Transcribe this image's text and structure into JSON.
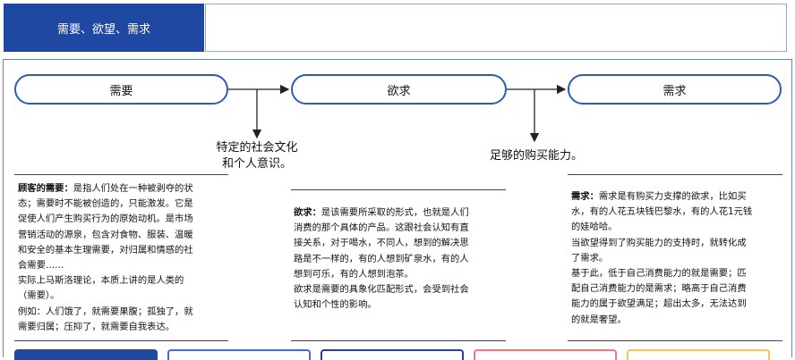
{
  "header": {
    "title": "需要、欲望、需求"
  },
  "flow": {
    "nodes": [
      "需要",
      "欲求",
      "需求"
    ],
    "condition_1": [
      "特定的社会文化",
      "和个人意识。"
    ],
    "condition_2": "足够的购买能力。"
  },
  "need_text": {
    "term": "顾客的需要：",
    "lines": [
      "是指人们处在一种被剥夺的状",
      "态；需要时不能被创造的，只能激发。它是",
      "促使人们产生购买行为的原始动机。是市场",
      "营销活动的源泉，包含对食物、服装、温暖",
      "和安全的基本生理需要，对归属和情感的社",
      "会需要……",
      "实际上马斯洛理论，本质上讲的是人类的",
      "（需要）。",
      "例如：人们饿了，就需要果腹；孤独了，就",
      "需要归属；压抑了，就需要自我表达。"
    ]
  },
  "want_text": {
    "term": "欲求：",
    "lines": [
      "是该需要所采取的形式，也就是人们",
      "消费的那个具体的产品。这跟社会认知有直",
      "接关系，对于喝水，不同人，想到的解决思",
      "路是不一样的，有的人想到矿泉水，有的人",
      "想到可乐，有的人想到泡茶。",
      "欲求是需要的具象化匹配形式，会受到社会",
      "认知和个性的影响。"
    ]
  },
  "demand_text": {
    "term": "需求：",
    "lines": [
      "需求是有购买力支撑的欲求，比如买",
      "水，有的人花五块钱巴黎水，有的人花1元钱",
      "的娃哈哈。",
      "当欲望得到了购买能力的支持时，就转化成",
      "了需求。",
      "基于此，低于自己消费能力的就是需要；匹",
      "配自己消费能力的是需求；略高于自己消费",
      "能力的属于欲望满足；超出太多，无法达到",
      "的就是奢望。"
    ]
  },
  "colors": {
    "header_blue": "#1f48a3",
    "pill_border": "#2b5cb8",
    "panel_border": "#6b85b9",
    "tiles": [
      "#1f48a3",
      "#3f6fd1",
      "#2a3f8f",
      "#e67a86",
      "#f2c94c"
    ]
  }
}
